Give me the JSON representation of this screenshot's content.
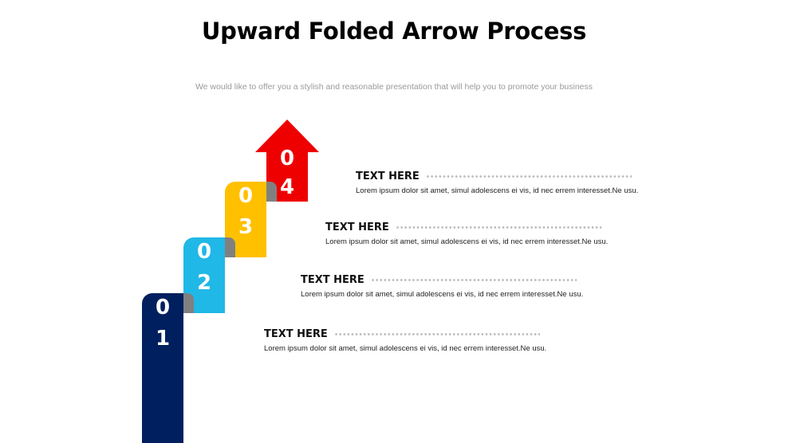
{
  "header": {
    "title": "Upward Folded Arrow Process",
    "subtitle": "We would like to offer you a stylish and reasonable presentation that will help you to promote your business"
  },
  "colors": {
    "step1": "#001f5f",
    "step2": "#20b8e6",
    "step3": "#ffc000",
    "step4": "#ee0000",
    "fold": "#808080",
    "dots": "#bdbdbd"
  },
  "steps": [
    {
      "digit_top": "0",
      "digit_bottom": "1",
      "color": "#001f5f"
    },
    {
      "digit_top": "0",
      "digit_bottom": "2",
      "color": "#20b8e6"
    },
    {
      "digit_top": "0",
      "digit_bottom": "3",
      "color": "#ffc000"
    },
    {
      "digit_top": "0",
      "digit_bottom": "4",
      "color": "#ee0000",
      "icon": "up-arrow-icon"
    }
  ],
  "blocks": [
    {
      "heading": "TEXT HERE",
      "text": "Lorem ipsum dolor  sit amet, simul adolescens  ei vis,  id nec errem interesset.Ne usu."
    },
    {
      "heading": "TEXT HERE",
      "text": "Lorem ipsum dolor  sit amet, simul adolescens  ei vis,  id nec errem interesset.Ne usu."
    },
    {
      "heading": "TEXT HERE",
      "text": "Lorem ipsum dolor  sit amet, simul adolescens  ei vis,  id nec errem interesset.Ne usu."
    },
    {
      "heading": "TEXT HERE",
      "text": "Lorem ipsum dolor  sit amet, simul adolescens  ei vis,  id nec errem interesset.Ne usu."
    }
  ]
}
